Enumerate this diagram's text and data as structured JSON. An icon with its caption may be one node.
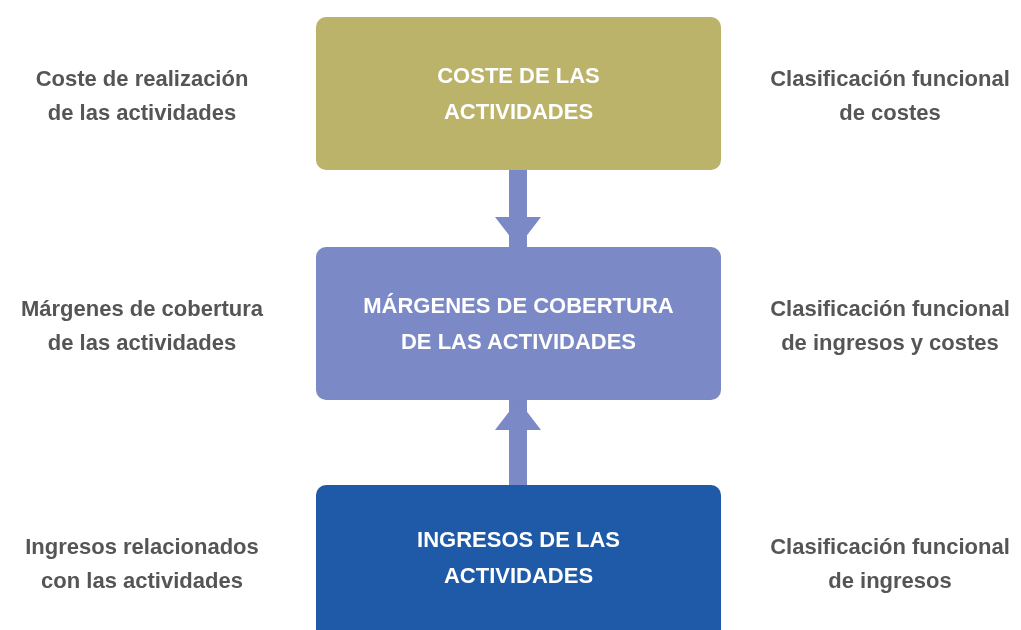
{
  "diagram": {
    "nodes": [
      {
        "text": [
          "COSTE DE LAS ACTIVIDADES"
        ],
        "beside": [
          "Coste de realización de las actividades",
          "Clasificación funcional de costes"
        ]
      },
      {
        "text": [
          "MÁRGENES DE COBERTURA DE LAS ACTIVIDADES"
        ],
        "beside": [
          "Márgenes de cobertura de las actividades",
          "Clasificación funcional de ingresos y costes"
        ]
      },
      {
        "text": [
          "INGRESOS DE LAS ACTIVIDADES"
        ],
        "beside": [
          "Ingresos relacionados con las actividades",
          "Clasificación funcional de ingresos"
        ]
      }
    ],
    "edges": [
      {
        "from": 0,
        "to": 1,
        "arrow": "to"
      },
      {
        "from": 2,
        "to": 1,
        "arrow": "to"
      }
    ]
  }
}
